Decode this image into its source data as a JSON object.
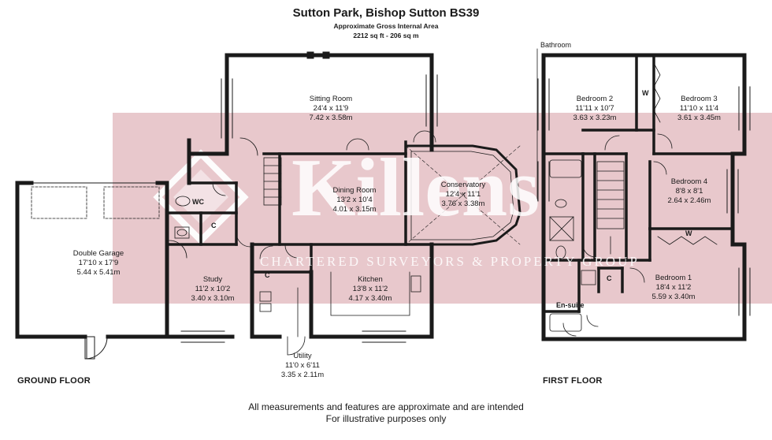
{
  "header": {
    "title": "Sutton Park, Bishop Sutton BS39",
    "subtitle": "Approximate Gross Internal Area",
    "area": "2212 sq ft - 206 sq m"
  },
  "watermark": {
    "brand": "Killens",
    "tagline": "CHARTERED SURVEYORS & PROPERTY GROUP"
  },
  "ground_floor": {
    "label": "GROUND FLOOR",
    "rooms": [
      {
        "name": "Sitting Room",
        "dims": "24'4 x 11'9",
        "metric": "7.42 x 3.58m"
      },
      {
        "name": "Dining Room",
        "dims": "13'2 x 10'4",
        "metric": "4.01 x 3.15m"
      },
      {
        "name": "Conservatory",
        "dims": "12'4 x 11'1",
        "metric": "3.76 x 3.38m"
      },
      {
        "name": "Double Garage",
        "dims": "17'10 x 17'9",
        "metric": "5.44 x 5.41m"
      },
      {
        "name": "Study",
        "dims": "11'2 x 10'2",
        "metric": "3.40 x 3.10m"
      },
      {
        "name": "Kitchen",
        "dims": "13'8 x 11'2",
        "metric": "4.17 x 3.40m"
      },
      {
        "name": "Utility",
        "dims": "11'0 x 6'11",
        "metric": "3.35 x 2.11m"
      }
    ],
    "labels": {
      "wc": "WC",
      "cupboard": "C"
    }
  },
  "first_floor": {
    "label": "FIRST FLOOR",
    "rooms": [
      {
        "name": "Bedroom 2",
        "dims": "11'11 x 10'7",
        "metric": "3.63 x 3.23m"
      },
      {
        "name": "Bedroom 3",
        "dims": "11'10 x 11'4",
        "metric": "3.61 x 3.45m"
      },
      {
        "name": "Bedroom 4",
        "dims": "8'8 x 8'1",
        "metric": "2.64 x 2.46m"
      },
      {
        "name": "Bedroom 1",
        "dims": "18'4 x 11'2",
        "metric": "5.59 x 3.40m"
      }
    ],
    "labels": {
      "bathroom": "Bathroom",
      "ensuite": "En-suite",
      "wardrobe": "W",
      "cupboard": "C"
    }
  },
  "footer": {
    "line1": "All measurements and features are approximate and are intended",
    "line2": "For illustrative purposes only"
  }
}
